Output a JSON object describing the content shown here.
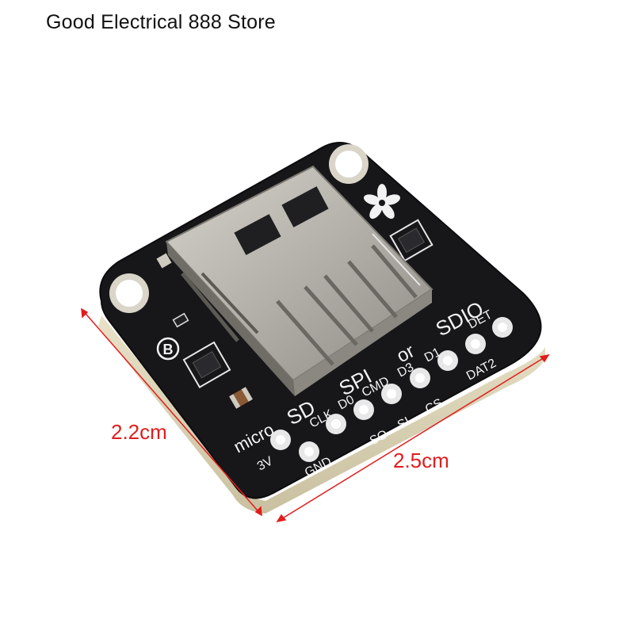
{
  "header": {
    "store_name": "Good Electrical 888 Store"
  },
  "dimensions": {
    "width_label": "2.2cm",
    "length_label": "2.5cm",
    "color": "#e11d1d"
  },
  "board": {
    "title_prefix": "micro",
    "title_sd": "SD",
    "title_spi": "SPI",
    "title_or": "or",
    "title_sdio": "SDIO",
    "bottom_pins": [
      "3V",
      "GND",
      "CLK",
      "SO",
      "D0",
      "CMD",
      "SI",
      "D3",
      "CS",
      "D1",
      "DET",
      "DAT2"
    ],
    "mark": "B",
    "colors": {
      "pcb": "#17171a",
      "metal": "#b8b6ae",
      "silk": "#f2f2f2"
    },
    "icons": [
      "flower-logo-icon"
    ]
  }
}
